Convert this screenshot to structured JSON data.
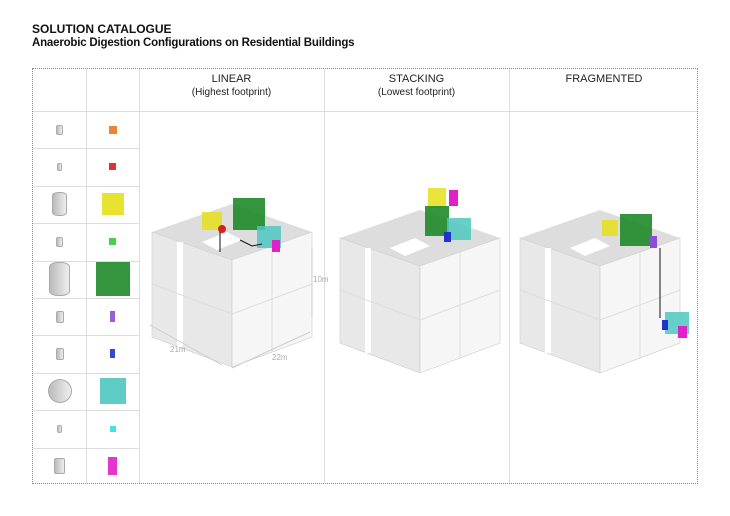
{
  "header": {
    "title": "SOLUTION CATALOGUE",
    "subtitle": "Anaerobic Digestion Configurations on Residential Buildings"
  },
  "columns": [
    {
      "title": "LINEAR",
      "subtitle": "(Highest footprint)"
    },
    {
      "title": "STACKING",
      "subtitle": "(Lowest footprint)"
    },
    {
      "title": "FRAGMENTED",
      "subtitle": ""
    }
  ],
  "legend_colors": [
    "#e87722",
    "#d81e1e",
    "#e5e01a",
    "#33cc33",
    "#1f8a2a",
    "#8a4fd6",
    "#2233cc",
    "#4fc7c0",
    "#33dddd",
    "#e020c8"
  ],
  "dimensions": {
    "width": "21m",
    "depth": "22m",
    "height": "10m"
  }
}
